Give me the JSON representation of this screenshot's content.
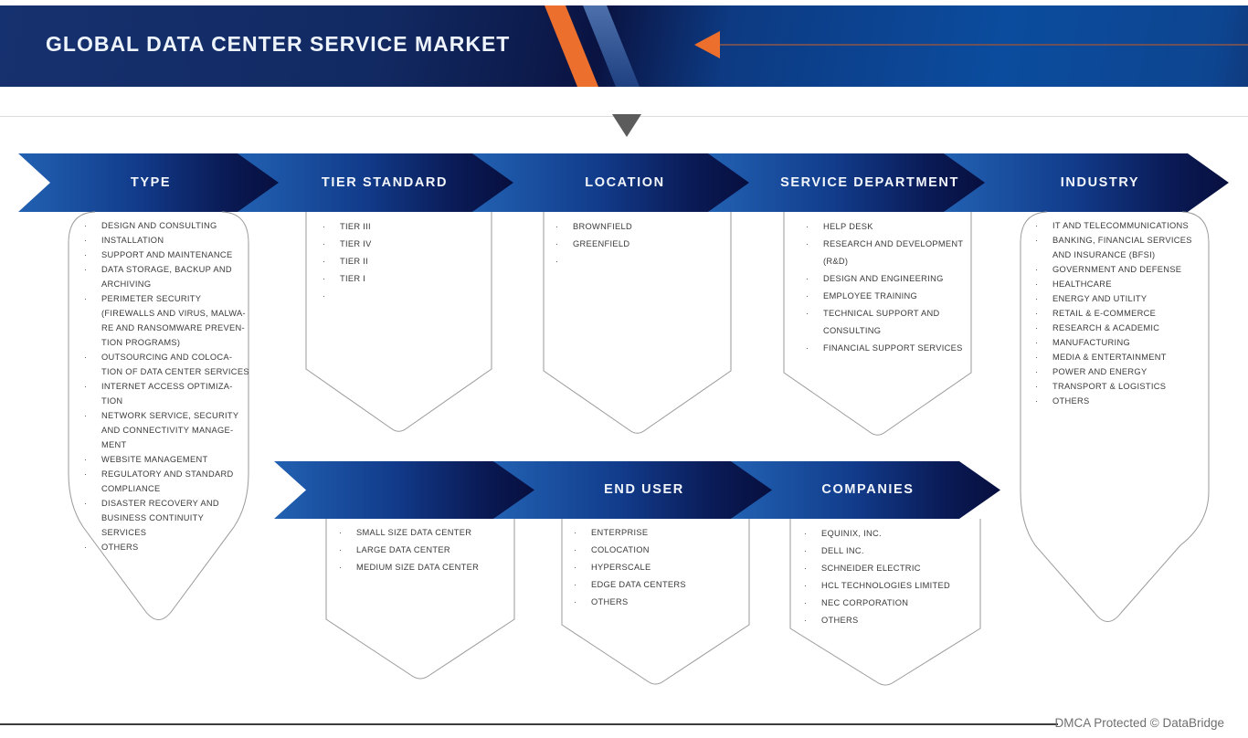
{
  "header": {
    "title": "GLOBAL DATA CENTER SERVICE MARKET"
  },
  "colors": {
    "accent_orange": "#ED6F2D",
    "ribbon_gradient_start": "#2261B2",
    "ribbon_gradient_end": "#070F3E",
    "header_blue": "#0B4C9E",
    "outline_gray": "#9A9A9A",
    "list_text": "#3A3A3A",
    "pointer_gray": "#5C5C5C"
  },
  "segments_row1": [
    {
      "label": "TYPE",
      "items": [
        "DESIGN AND CONSULTING",
        "INSTALLATION",
        "SUPPORT AND MAINTENANCE",
        "DATA STORAGE, BACKUP AND\nARCHIVING",
        "PERIMETER SECURITY\n(FIREWALLS AND VIRUS, MALWA-\nRE AND RANSOMWARE PREVEN-\nTION PROGRAMS)",
        "OUTSOURCING AND COLOCA-\nTION OF DATA CENTER SERVICES",
        "INTERNET ACCESS OPTIMIZA-\nTION",
        "NETWORK SERVICE, SECURITY\nAND CONNECTIVITY MANAGE-\nMENT",
        "WEBSITE MANAGEMENT",
        "REGULATORY AND STANDARD\nCOMPLIANCE",
        "DISASTER RECOVERY AND\nBUSINESS CONTINUITY SERVICES",
        "OTHERS"
      ]
    },
    {
      "label": "TIER STANDARD",
      "items": [
        "TIER III",
        "TIER IV",
        "TIER II",
        "TIER I",
        ""
      ]
    },
    {
      "label": "LOCATION",
      "items": [
        "BROWNFIELD",
        "GREENFIELD",
        ""
      ]
    },
    {
      "label": "SERVICE DEPARTMENT",
      "items": [
        "HELP DESK",
        "RESEARCH AND DEVELOPMENT\n(R&D)",
        "DESIGN AND ENGINEERING",
        "EMPLOYEE TRAINING",
        "TECHNICAL SUPPORT AND\nCONSULTING",
        "FINANCIAL SUPPORT SERVICES"
      ]
    },
    {
      "label": "INDUSTRY",
      "items": [
        "IT AND TELECOMMUNICATIONS",
        "BANKING, FINANCIAL SERVICES\nAND INSURANCE (BFSI)",
        "GOVERNMENT AND DEFENSE",
        "HEALTHCARE",
        "ENERGY AND UTILITY",
        "RETAIL & E-COMMERCE",
        "RESEARCH & ACADEMIC",
        "MANUFACTURING",
        "MEDIA & ENTERTAINMENT",
        "POWER AND ENERGY",
        "TRANSPORT & LOGISTICS",
        "OTHERS"
      ]
    }
  ],
  "segments_row2": [
    {
      "label": "",
      "items": [
        "SMALL SIZE DATA CENTER",
        "LARGE DATA CENTER",
        "MEDIUM SIZE DATA CENTER"
      ]
    },
    {
      "label": "END USER",
      "items": [
        "ENTERPRISE",
        "COLOCATION",
        "HYPERSCALE",
        "EDGE DATA CENTERS",
        "OTHERS"
      ]
    },
    {
      "label": "COMPANIES",
      "items": [
        "EQUINIX, INC.",
        "DELL INC.",
        "SCHNEIDER ELECTRIC",
        "HCL TECHNOLOGIES LIMITED",
        "NEC CORPORATION",
        "OTHERS"
      ]
    }
  ],
  "footer": {
    "dmca": "DMCA Protected © DataBridge"
  }
}
